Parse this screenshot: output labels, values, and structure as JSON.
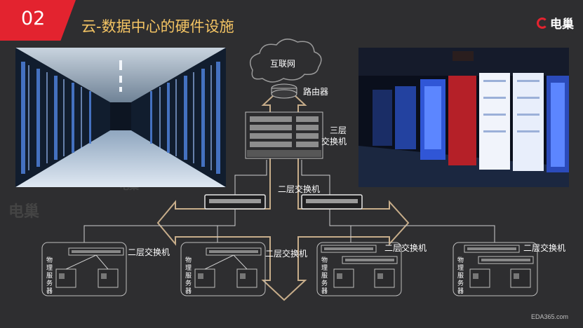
{
  "header": {
    "number": "02",
    "title": "云-数据中心的硬件设施",
    "logo": "电巢"
  },
  "diagram": {
    "internet": "互联网",
    "router": "路由器",
    "core_switch_line1": "三层",
    "core_switch_line2": "交换机",
    "l2_switch_top": "二层交换机",
    "rack_switch_labels": [
      "二层交换机",
      "二层交换机",
      "二层交换机",
      "二层交换机"
    ],
    "physical_server_chars": [
      "物",
      "理",
      "服",
      "务",
      "器"
    ]
  },
  "watermark": "电巢",
  "footer": "EDA365.com",
  "colors": {
    "accent": "#e3232f",
    "title": "#f4c463",
    "arrow": "#c7ad8a"
  }
}
